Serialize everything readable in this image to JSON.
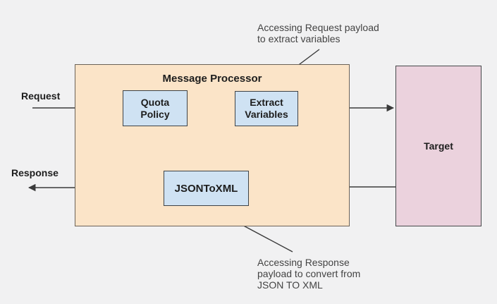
{
  "canvas": {
    "background_color": "#f1f1f2"
  },
  "processor": {
    "title": "Message Processor",
    "fill_color": "#fbe4c8"
  },
  "nodes": {
    "quota_policy": {
      "label": "Quota\nPolicy",
      "fill_color": "#cfe2f3"
    },
    "extract_variables": {
      "label": "Extract\nVariables",
      "fill_color": "#cfe2f3"
    },
    "json_to_xml": {
      "label": "JSONToXML",
      "fill_color": "#cfe2f3"
    },
    "target": {
      "label": "Target",
      "fill_color": "#ebd2dd"
    }
  },
  "flow_labels": {
    "request": "Request",
    "response": "Response"
  },
  "annotations": {
    "request_payload": "Accessing Request payload\nto extract variables",
    "response_payload": "Accessing Response\npayload to convert from\nJSON TO XML"
  },
  "line_color": "#3a3a3a"
}
